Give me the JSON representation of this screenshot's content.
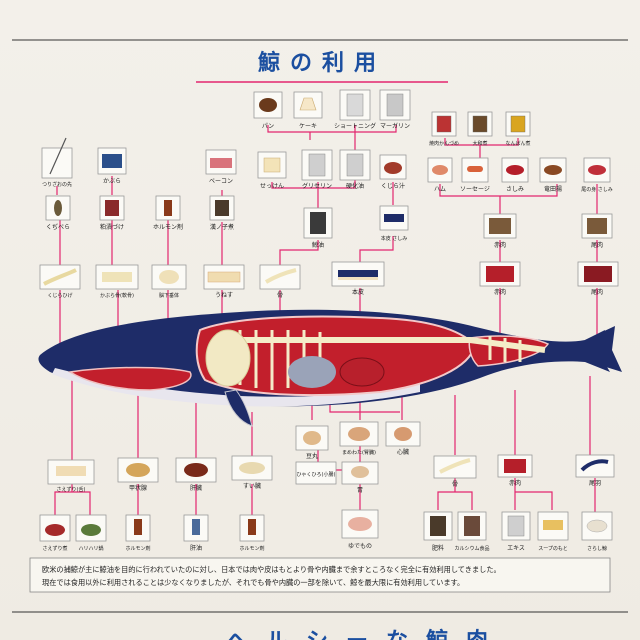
{
  "title": "鯨の利用",
  "bottom_title": "ヘルシーな鯨肉",
  "caption": {
    "line1": "欧米の捕鯨が主に鯨油を目的に行われていたのに対し、日本では肉や皮はもとより骨や内臓まで余すところなく完全に有効利用してきました。",
    "line2": "現在では食用以外に利用されることは少なくなりましたが、それでも骨や内臓の一部を除いて、鯨を最大限に有効利用しています。"
  },
  "items": {
    "pan": "パン",
    "cake": "ケーキ",
    "shortening": "ショートニング",
    "margarine": "マーガリン",
    "yakiniku_can": "焼肉かんづめ",
    "yamato_ni": "大和煮",
    "nanban_ni": "なんばん煮",
    "tsurizao": "つりざおの先",
    "kabura": "かぶら",
    "bacon": "ベーコン",
    "sekken": "せっけん",
    "glycerin": "グリセリン",
    "kouka_yu": "硬化油",
    "kujira_jiru": "くじら汁",
    "ham": "ハム",
    "sausage": "ソーセージ",
    "sashimi": "さしみ",
    "tatsuta_age": "竜田揚",
    "onomi_sashimi": "尾の身 さしみ",
    "kujira_beni": "くぢべら",
    "kasu_zuke": "粕漬づけ",
    "hormone_top": "ホルモン剤",
    "genshi_ko": "漢ノ子煮",
    "geiyu": "鯨油",
    "honkawa_sashimi": "本皮 さしみ",
    "akaniku_box": "赤肉",
    "onomi_box": "尾肉",
    "kujira_hige": "くじらひげ",
    "kabura_bone": "かぶら骨(軟骨)",
    "noukasuitai": "脳下垂体",
    "unosu": "うねす",
    "hone": "骨",
    "honkawa": "本皮",
    "akaniku": "赤肉",
    "onomi": "尾肉",
    "mamemaru": "豆丸",
    "mame_wata": "まめわた(腎臓)",
    "shinzou": "心臓",
    "hyakuhiro": "ひゃくひろ(小腸)",
    "i": "胃",
    "saezuri": "さえずり(舌)",
    "koujousen": "甲状腺",
    "kanzou": "肝臓",
    "suizou": "すい臓",
    "hone_low": "骨",
    "akaniku_low": "赤肉",
    "onomi_low": "尾羽",
    "saezuri_ni": "さえずり煮",
    "harihari_nabe": "ハリハリ鍋",
    "hormone_a": "ホルモン剤",
    "kanyu": "肝油",
    "hormone_b": "ホルモン剤",
    "yudemono": "ゆでもの",
    "hiryou": "肥料",
    "calcium": "カルシウム食品",
    "extract": "エキス",
    "soup": "スープのもと",
    "sarashi_kujira": "さらし鯨"
  },
  "colors": {
    "title_blue": "#1b4fa0",
    "connector_pink": "#e3266f",
    "whale_navy": "#1e2c68",
    "meat_red": "#c21f2c"
  }
}
